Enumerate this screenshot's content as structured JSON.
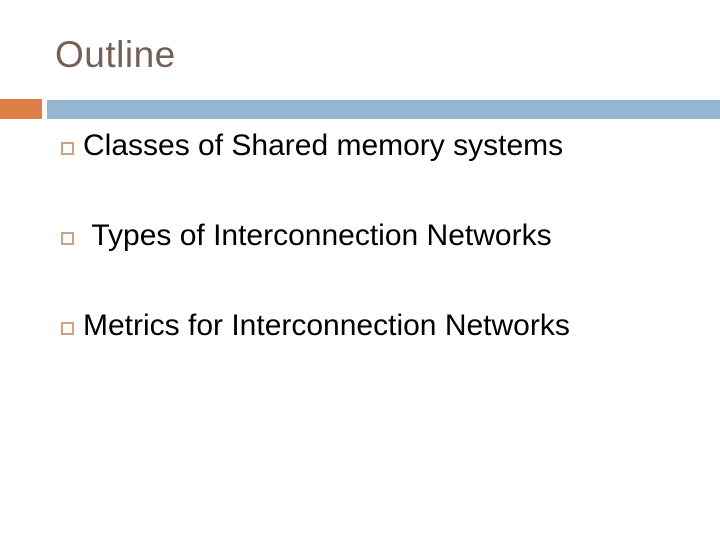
{
  "slide": {
    "title": "Outline",
    "bullets": [
      "Classes of Shared memory systems",
      " Types of Interconnection Networks",
      "Metrics for Interconnection Networks"
    ],
    "colors": {
      "accent_orange": "#DD8047",
      "accent_blue": "#94B6D2",
      "title_text": "#756055",
      "bullet_square_border": "#CBA286",
      "body_text": "#000000",
      "background": "#FFFFFF"
    }
  }
}
